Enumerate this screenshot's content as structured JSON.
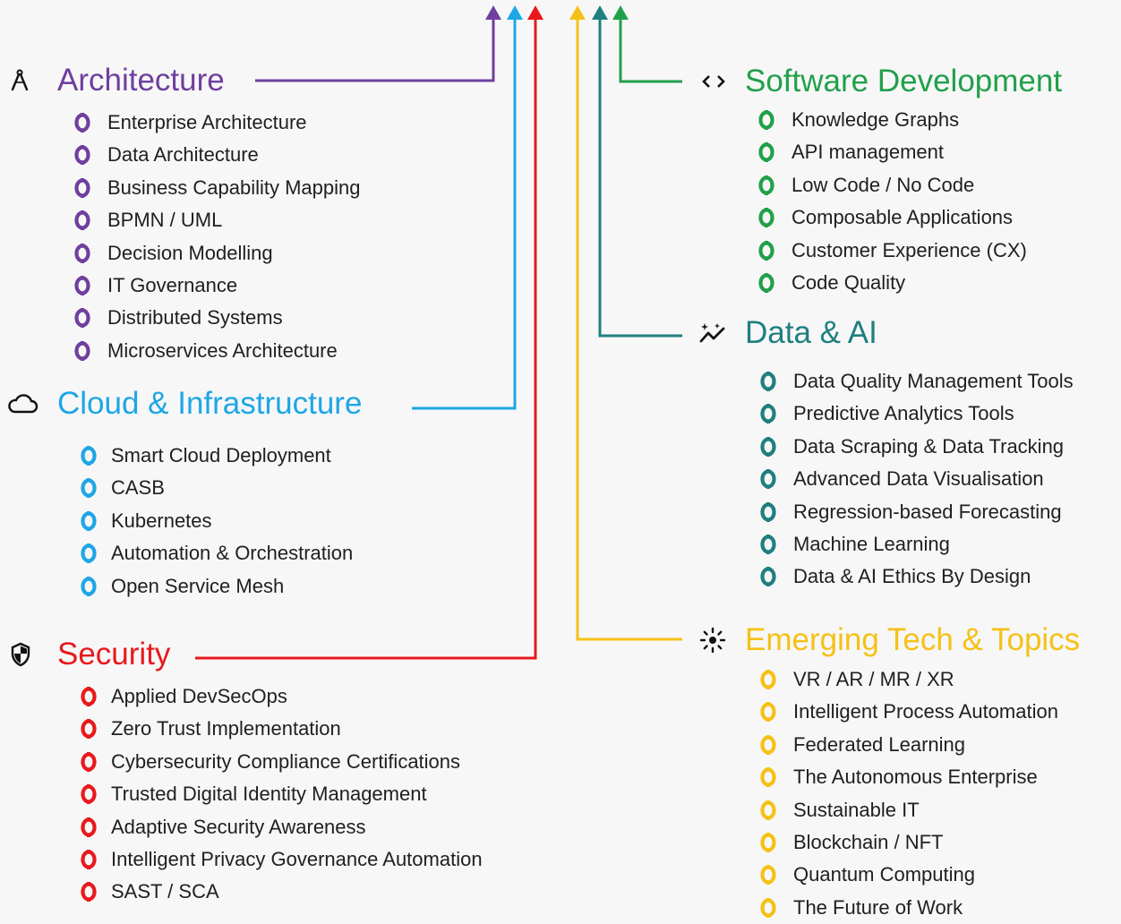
{
  "colors": {
    "architecture": "#6f3f9f",
    "cloud": "#1ea6e6",
    "security": "#e8191c",
    "software": "#21a04a",
    "data_ai": "#1f7f80",
    "emerging": "#f5c116"
  },
  "sections": {
    "architecture": {
      "title": "Architecture",
      "icon": "compass-icon",
      "items": [
        "Enterprise Architecture",
        "Data Architecture",
        "Business Capability Mapping",
        "BPMN / UML",
        "Decision Modelling",
        "IT Governance",
        "Distributed Systems",
        "Microservices Architecture"
      ]
    },
    "cloud": {
      "title": "Cloud & Infrastructure",
      "icon": "cloud-icon",
      "items": [
        "Smart Cloud Deployment",
        "CASB",
        "Kubernetes",
        "Automation & Orchestration",
        "Open Service Mesh"
      ]
    },
    "security": {
      "title": "Security",
      "icon": "shield-icon",
      "items": [
        "Applied DevSecOps",
        "Zero Trust Implementation",
        "Cybersecurity Compliance Certifications",
        "Trusted Digital Identity Management",
        "Adaptive Security Awareness",
        "Intelligent Privacy Governance Automation",
        "SAST / SCA"
      ]
    },
    "software": {
      "title": "Software Development",
      "icon": "code-icon",
      "items": [
        "Knowledge Graphs",
        "API management",
        "Low Code / No Code",
        "Composable Applications",
        "Customer Experience (CX)",
        "Code Quality"
      ]
    },
    "data_ai": {
      "title": "Data & AI",
      "icon": "sparkle-chart-icon",
      "items": [
        "Data Quality Management Tools",
        "Predictive Analytics Tools",
        "Data Scraping & Data Tracking",
        "Advanced Data Visualisation",
        "Regression-based Forecasting",
        "Machine Learning",
        "Data & AI Ethics By Design"
      ]
    },
    "emerging": {
      "title": "Emerging Tech & Topics",
      "icon": "sun-icon",
      "items": [
        "VR / AR / MR / XR",
        "Intelligent Process Automation",
        "Federated Learning",
        "The Autonomous Enterprise",
        "Sustainable IT",
        "Blockchain / NFT",
        "Quantum Computing",
        "The Future of Work"
      ]
    }
  }
}
